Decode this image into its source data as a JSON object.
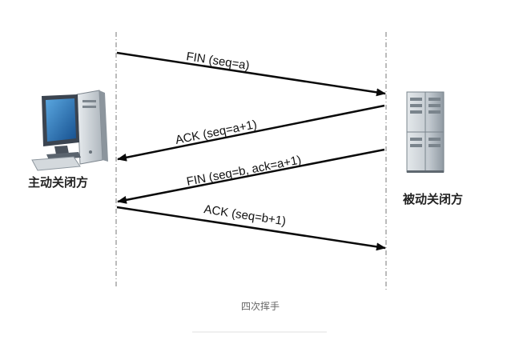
{
  "diagram": {
    "left_node": {
      "label": "主动关闭方",
      "icon": "desktop-computer-icon"
    },
    "right_node": {
      "label": "被动关闭方",
      "icon": "server-rack-icon"
    },
    "messages": [
      {
        "label": "FIN (seq=a)",
        "from": "left",
        "to": "right"
      },
      {
        "label": "ACK (seq=a+1)",
        "from": "right",
        "to": "left"
      },
      {
        "label": "FIN (seq=b, ack=a+1)",
        "from": "right",
        "to": "left"
      },
      {
        "label": "ACK (seq=b+1)",
        "from": "left",
        "to": "right"
      }
    ],
    "colors": {
      "arrow": "#0a0a0a",
      "lifeline": "#777777",
      "monitor_screen": "#1f6fb2",
      "server_body": "#c9cfd4"
    }
  },
  "caption": "四次挥手"
}
